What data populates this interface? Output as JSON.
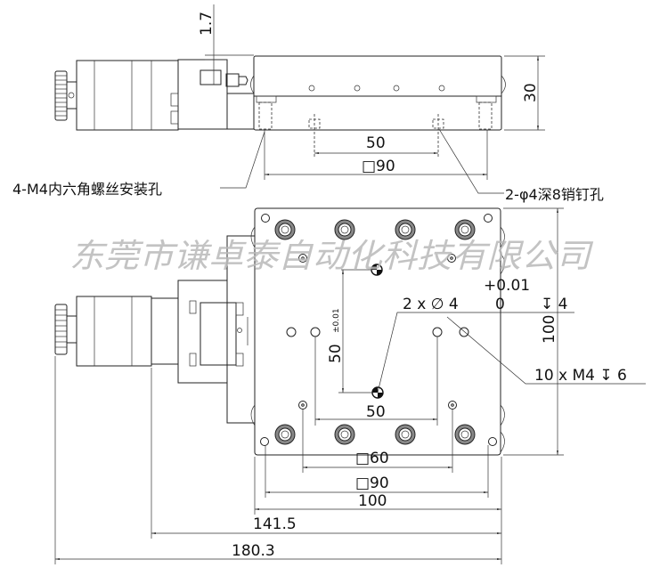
{
  "drawing": {
    "side_view": {
      "dim_offset": "1.7",
      "dim_height": "30",
      "dim_pin_spacing": "50",
      "dim_mount_square": "□90",
      "note_mount_holes": "4-M4内六角螺丝安装孔",
      "note_pin_holes": "2-φ4深8销钉孔"
    },
    "top_view": {
      "dim_pin_vertical": "50",
      "dim_pin_vertical_tol": "±0.01",
      "dim_pin_horizontal": "50",
      "note_pin_count": "2 x ∅ 4",
      "note_pin_tol_upper": "+0.01",
      "note_pin_tol_lower": "0",
      "note_pin_depth": "↧ 4",
      "note_threaded": "10 x M4 ↧ 6",
      "dim_plate_height": "100",
      "dim_square_60": "□60",
      "dim_square_90": "□90",
      "dim_width_100": "100",
      "dim_length_141": "141.5",
      "dim_length_180": "180.3"
    },
    "watermark": "东莞市谦卓泰自动化科技有限公司"
  }
}
